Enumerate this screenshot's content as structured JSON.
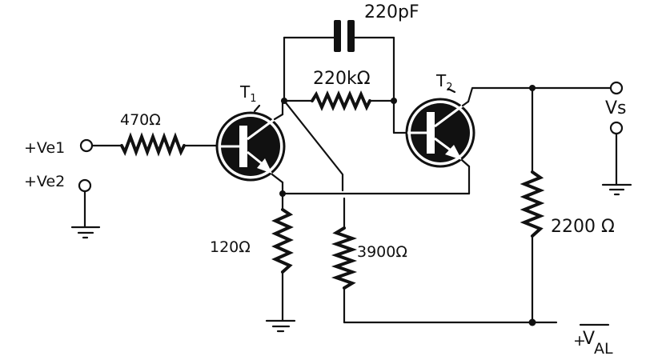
{
  "diagram": {
    "type": "circuit-schematic",
    "transistors": [
      {
        "id": "T1",
        "label": "T",
        "subscript": "1",
        "type": "NPN"
      },
      {
        "id": "T2",
        "label": "T",
        "subscript": "2",
        "type": "NPN"
      }
    ],
    "resistors": [
      {
        "id": "R_in",
        "value": "470Ω"
      },
      {
        "id": "R_fb",
        "value": "220kΩ"
      },
      {
        "id": "R_e",
        "value": "120Ω"
      },
      {
        "id": "R_bias",
        "value": "3900Ω"
      },
      {
        "id": "R_load",
        "value": "2200 Ω"
      }
    ],
    "capacitors": [
      {
        "id": "C_fb",
        "value": "220pF"
      }
    ],
    "terminals": {
      "ve1": "+Ve1",
      "ve2": "+Ve2",
      "vs": "Vs",
      "vs_subscript_letter": "s",
      "val_plus": "+",
      "val_main": "V",
      "val_sub": "AL"
    }
  }
}
